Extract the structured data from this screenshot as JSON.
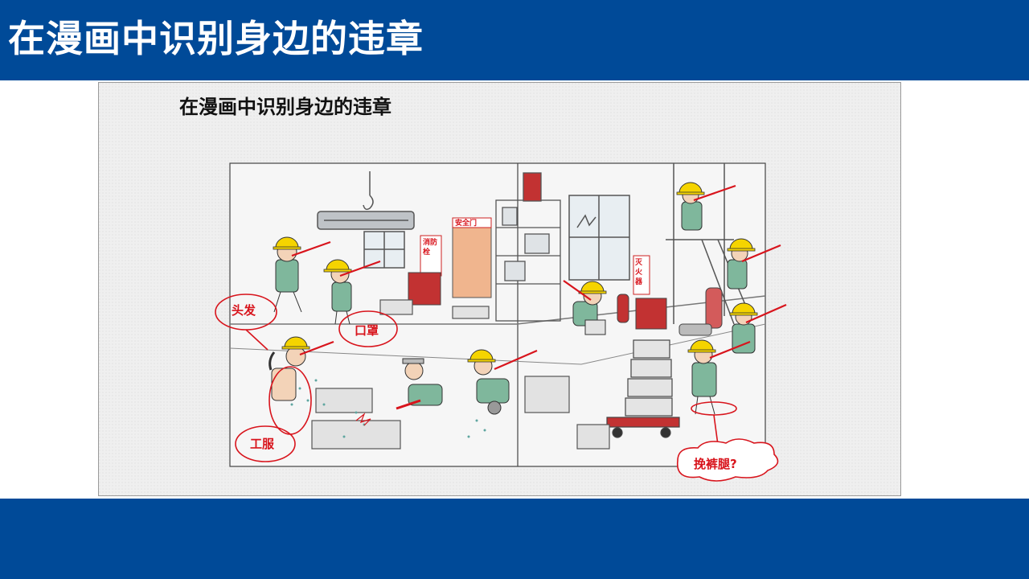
{
  "slide": {
    "title": "在漫画中识别身边的违章"
  },
  "illustration": {
    "title": "在漫画中识别身边的违章",
    "labels": {
      "hair": "头发",
      "mask": "口罩",
      "uniform": "工服",
      "trousers": "挽裤腿?",
      "safety_exit": "安全门",
      "hydrant": "消防栓",
      "extinguisher": "灭火器"
    }
  },
  "colors": {
    "header": "#004a98",
    "footer": "#004a98",
    "title_text": "#ffffff",
    "annotation_red": "#d8141c",
    "helmet_yellow": "#f5d400",
    "worker_green": "#7fb79c"
  }
}
